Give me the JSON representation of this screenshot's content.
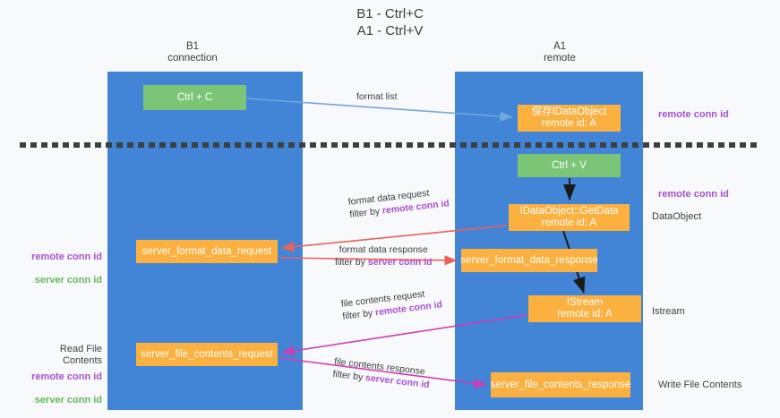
{
  "title": "B1 - Ctrl+C\nA1 - Ctrl+V",
  "columns": {
    "left": "B1\nconnection",
    "right": "A1\nremote"
  },
  "nodes": {
    "ctrl_c": "Ctrl + C",
    "data_object": "保存IDataObject\nremote id: A",
    "ctrl_v": "Ctrl + V",
    "get_data": "IDataObject::GetData\nremote id: A",
    "server_format_data_request": "server_format_data_request",
    "server_format_data_response": "server_format_data_response",
    "istream": "IStream\nremote id: A",
    "server_file_contents_request": "server_file_contents_request",
    "server_file_contents_response": "server_file_contents_response"
  },
  "edge_labels": {
    "format_list": "format list",
    "format_data_request": "format data request",
    "format_data_request_filter_prefix": "filter by ",
    "format_data_request_filter_key": "remote conn id",
    "format_data_response": "format data response",
    "format_data_response_filter_prefix": "filter by ",
    "format_data_response_filter_key": "server conn id",
    "file_contents_request": "file contents request",
    "file_contents_request_filter_prefix": "filter by ",
    "file_contents_request_filter_key": "remote conn id",
    "file_contents_response": "file contents response",
    "file_contents_response_filter_prefix": "filter by ",
    "file_contents_response_filter_key": "server conn id"
  },
  "annotations": {
    "remote_conn_id_top": "remote conn id",
    "remote_conn_id_mid": "remote conn id",
    "data_object": "DataObject",
    "istream": "Istream",
    "write_file_contents": "Write File Contents",
    "read_file_contents": "Read File Contents",
    "left_remote_conn_id": "remote conn id",
    "left_server_conn_id": "server conn id",
    "left_bottom_remote_conn_id": "remote conn id",
    "left_bottom_server_conn_id": "server conn id"
  },
  "colors": {
    "lane": "#4285d6",
    "node_green": "#7cc576",
    "node_orange": "#fbb040",
    "accent_purple": "#a94fd3",
    "accent_green": "#63b85c",
    "arrow_blue": "#6fa8dc",
    "arrow_red": "#e8635a",
    "arrow_magenta": "#cc3fb5",
    "arrow_black": "#1a1a1a",
    "background": "#f8f9fa"
  }
}
